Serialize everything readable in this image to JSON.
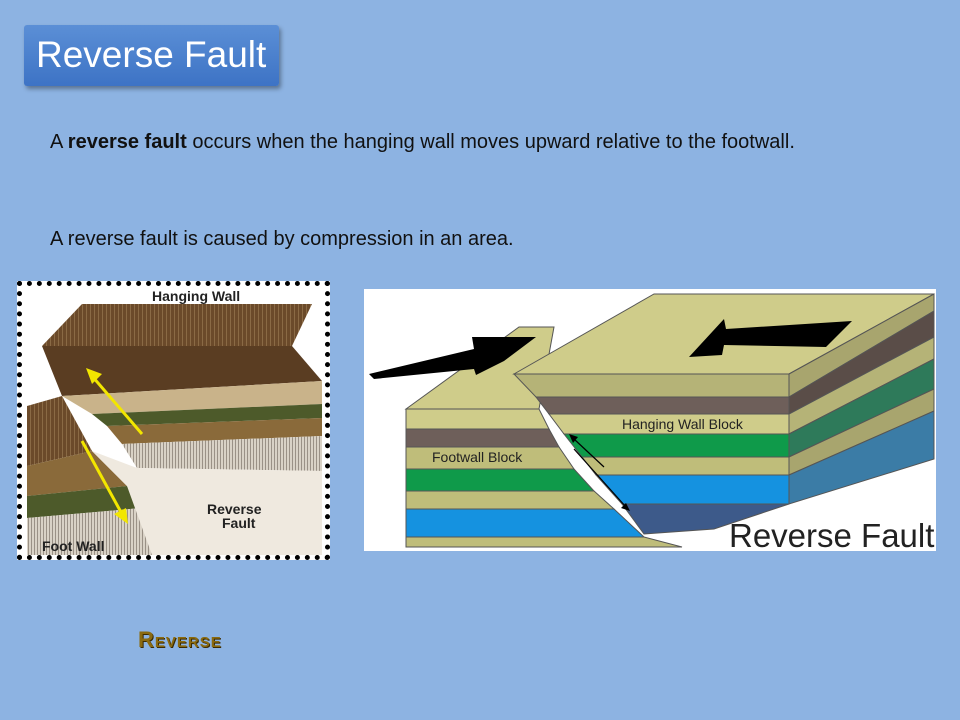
{
  "slide": {
    "title": "Reverse Fault",
    "paragraph1": {
      "prefix": "A ",
      "bold": "reverse fault",
      "suffix": " occurs when the hanging wall moves upward relative to the footwall."
    },
    "paragraph2": "A reverse fault is caused by compression in an area.",
    "link_text": "Reverse"
  },
  "left_diagram": {
    "label_top": "Hanging Wall",
    "label_fault_line1": "Reverse",
    "label_fault_line2": "Fault",
    "label_bottom": "Foot Wall"
  },
  "right_diagram": {
    "label_hanging": "Hanging Wall Block",
    "label_footwall": "Footwall Block",
    "caption": "Reverse Fault"
  },
  "colors": {
    "background": "#8db3e2",
    "title_box": "#4a7fcf",
    "arrow_yellow": "#f2e600"
  }
}
